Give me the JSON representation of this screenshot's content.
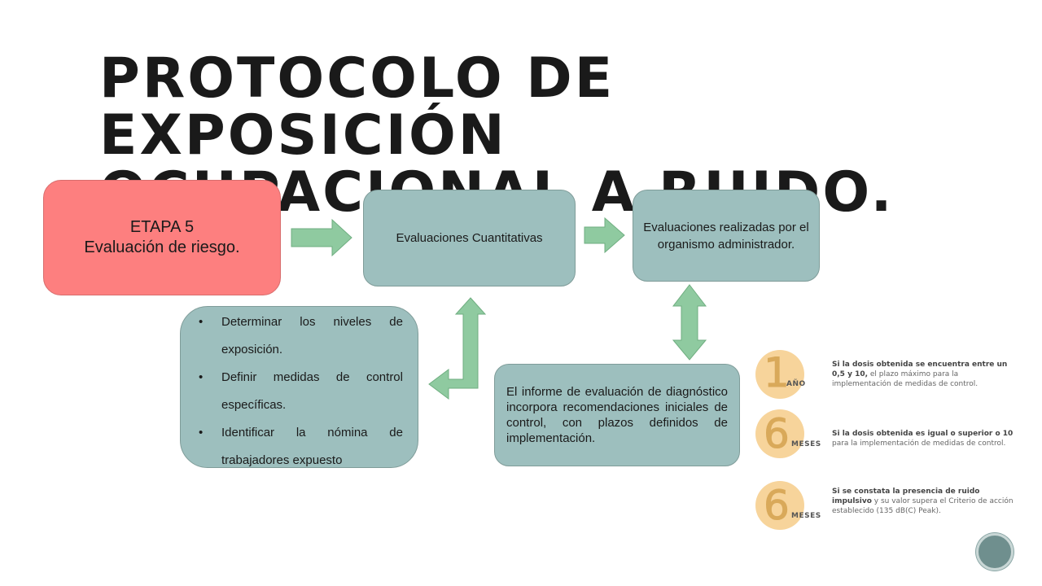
{
  "title": {
    "line1": "PROTOCOLO DE EXPOSICIÓN",
    "line2": "OCUPACIONAL A RUIDO."
  },
  "etapa": {
    "line1": "ETAPA 5",
    "line2": "Evaluación de riesgo."
  },
  "cuantitativas": "Evaluaciones Cuantitativas",
  "organismo": "Evaluaciones realizadas por el organismo administrador.",
  "acciones": [
    "Determinar los niveles de exposición.",
    "Definir medidas de control específicas.",
    "Identificar la nómina de trabajadores expuesto"
  ],
  "informe": "El informe de evaluación de diagnóstico incorpora recomendaciones iniciales de control, con plazos definidos de implementación.",
  "plazos": [
    {
      "number": "1",
      "unit": "AÑO",
      "text_bold_1": "Si la dosis obtenida se encuentra entre un 0,5 y 10,",
      "text_rest": " el plazo máximo para la implementación de medidas de control."
    },
    {
      "number": "6",
      "unit": "MESES",
      "text_bold_1": "Si la dosis obtenida es igual o superior o 10",
      "text_rest": " para la implementación de medidas de control."
    },
    {
      "number": "6",
      "unit": "MESES",
      "text_bold_1": "Si se constata la presencia de ruido impulsivo",
      "text_rest": " y su valor supera el Criterio de acción establecido (135 dB(C) Peak)."
    }
  ],
  "colors": {
    "etapa_fill": "#fd7f7f",
    "box_fill": "#9dbfbe",
    "arrow_fill": "#8fcaa0",
    "circle_fill": "#f7d49b"
  }
}
